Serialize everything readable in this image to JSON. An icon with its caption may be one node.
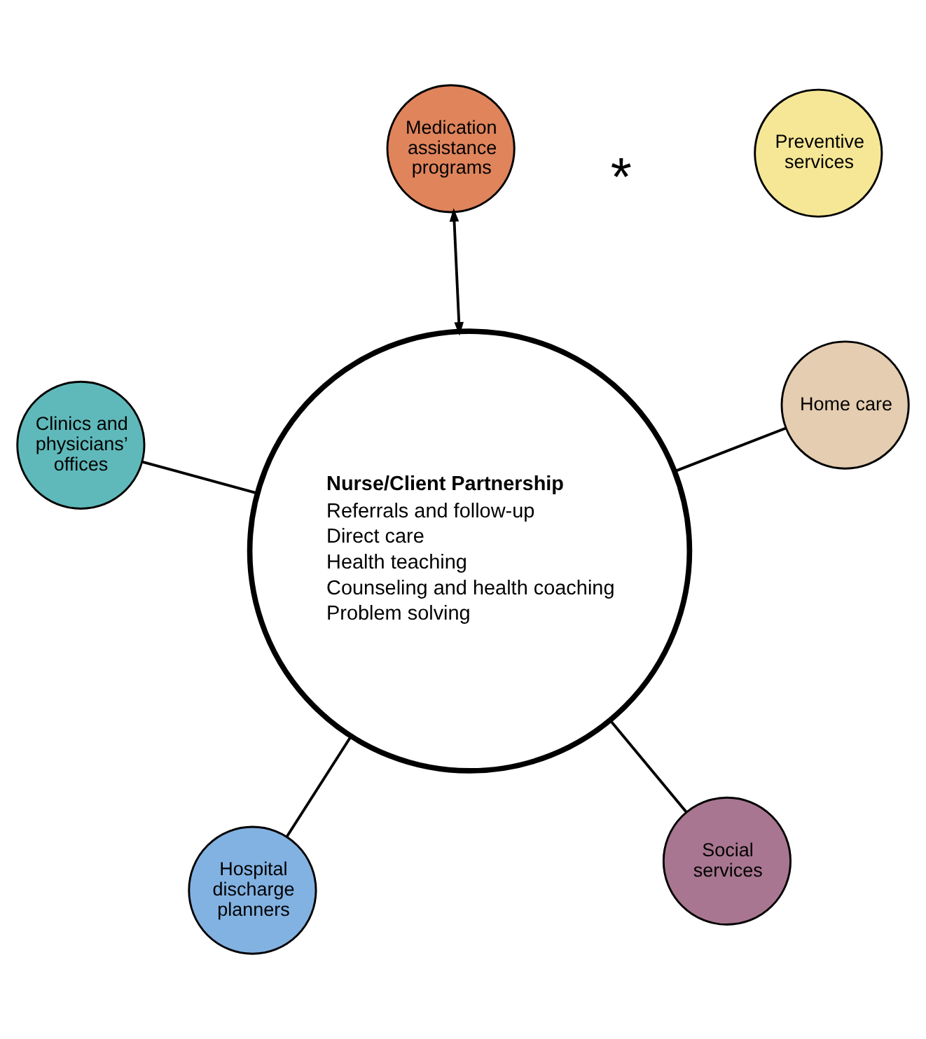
{
  "diagram": {
    "nodes": [
      {
        "text": [
          "Nurse/Client Partnership",
          "Referrals and follow-up",
          "Direct care",
          "Health teaching",
          "Counseling and health coaching",
          "Problem solving"
        ]
      },
      {
        "text": [
          "Social services"
        ]
      },
      {
        "text": [
          "Hospital discharge planners"
        ]
      },
      {
        "text": [
          "Clinics and physicians’ offices"
        ]
      },
      {
        "text": [
          "Home care"
        ]
      },
      {
        "text": [
          "Medication assistance programs"
        ]
      },
      {
        "text": [
          "Preventive services"
        ]
      }
    ],
    "edges": [
      {
        "from": 0,
        "to": 1,
        "arrow": "none"
      },
      {
        "from": 0,
        "to": 2,
        "arrow": "none"
      },
      {
        "from": 0,
        "to": 3,
        "arrow": "none"
      },
      {
        "from": 0,
        "to": 4,
        "arrow": "none"
      },
      {
        "from": 0,
        "to": 5,
        "arrow": "both"
      }
    ],
    "labels": [
      "*"
    ]
  }
}
